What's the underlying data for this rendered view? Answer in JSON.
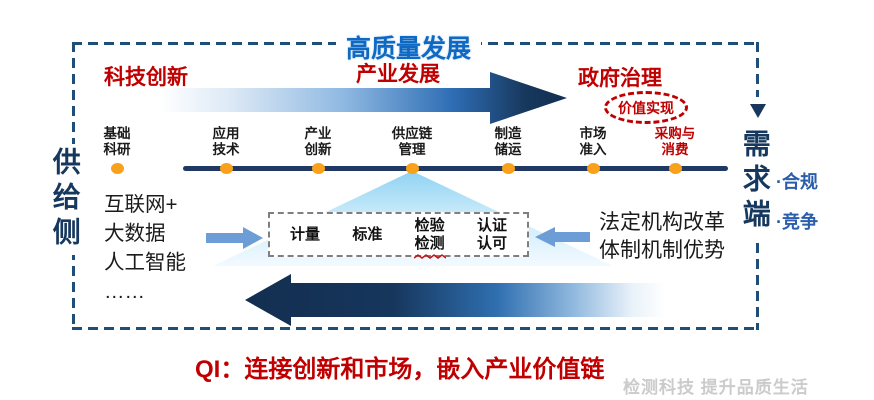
{
  "title": {
    "text": "高质量发展"
  },
  "phases": {
    "tech": "科技创新",
    "industry": "产业发展",
    "government": "政府治理",
    "value": "价值实现"
  },
  "sides": {
    "supply": "供给侧",
    "demand": "需求端",
    "demand_bullets": [
      "·合规",
      "·竞争"
    ]
  },
  "chain": {
    "nodes": [
      {
        "line1": "基础",
        "line2": "科研"
      },
      {
        "line1": "应用",
        "line2": "技术"
      },
      {
        "line1": "产业",
        "line2": "创新"
      },
      {
        "line1": "供应链",
        "line2": "管理"
      },
      {
        "line1": "制造",
        "line2": "储运"
      },
      {
        "line1": "市场",
        "line2": "准入"
      },
      {
        "line1": "采购与",
        "line2": "消费"
      }
    ]
  },
  "supply_tools": {
    "lines": [
      "互联网+",
      "大数据",
      "人工智能",
      "……"
    ]
  },
  "qi_box": {
    "items": [
      {
        "line1": "计量",
        "line2": ""
      },
      {
        "line1": "标准",
        "line2": ""
      },
      {
        "line1": "检验",
        "line2": "检测"
      },
      {
        "line1": "认证",
        "line2": "认可"
      }
    ]
  },
  "demand_tools": {
    "line1": "法定机构改革",
    "line2": "体制机制优势"
  },
  "caption": {
    "text": "QI：连接创新和市场，嵌入产业价值链"
  },
  "watermark": {
    "text": "检测科技 提升品质生活"
  },
  "colors": {
    "accent_red": "#c00000",
    "navy": "#17375c",
    "title_blue": "#0f68c2",
    "dot_orange": "#f9a11b",
    "steel_blue": "#6d9dd6"
  }
}
